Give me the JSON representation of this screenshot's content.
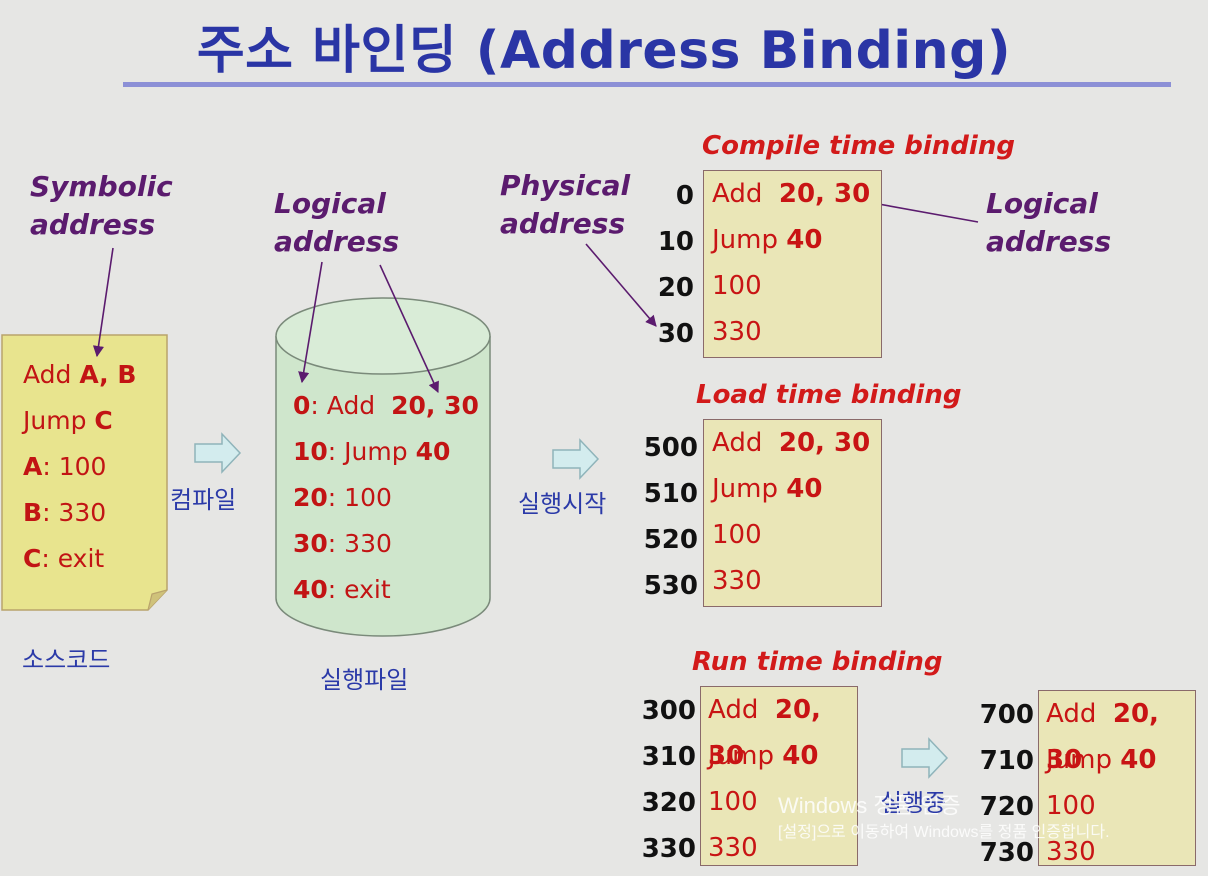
{
  "title": "주소 바인딩 (Address Binding)",
  "labels": {
    "symbolic": [
      "Symbolic",
      "address"
    ],
    "logical_left": [
      "Logical",
      "address"
    ],
    "physical": [
      "Physical",
      "address"
    ],
    "logical_right": [
      "Logical",
      "address"
    ],
    "compile_bind": "Compile time binding",
    "load_bind": "Load time binding",
    "run_bind": "Run time binding",
    "compile_arrow": "컴파일",
    "exec_arrow": "실행시작",
    "running_arrow": "실행중",
    "source_caption": "소스코드",
    "exec_caption": "실행파일"
  },
  "source": [
    {
      "pre": "Add ",
      "b": "A, B",
      "post": ""
    },
    {
      "pre": "Jump ",
      "b": "C",
      "post": ""
    },
    {
      "pre": "",
      "b": "A",
      "post": ": 100"
    },
    {
      "pre": "",
      "b": "B",
      "post": ": 330"
    },
    {
      "pre": "",
      "b": "C",
      "post": ": exit"
    }
  ],
  "logical": [
    {
      "b": "0",
      "mid": ": Add  ",
      "b2": "20, 30"
    },
    {
      "b": "10",
      "mid": ": Jump ",
      "b2": "40"
    },
    {
      "b": "20",
      "mid": ": 100",
      "b2": ""
    },
    {
      "b": "30",
      "mid": ": 330",
      "b2": ""
    },
    {
      "b": "40",
      "mid": ": exit",
      "b2": ""
    }
  ],
  "compile": {
    "addrs": [
      "0",
      "10",
      "20",
      "30"
    ],
    "rows": [
      {
        "pre": "Add  ",
        "b": "20, 30"
      },
      {
        "pre": "Jump ",
        "b": "40"
      },
      {
        "pre": "100",
        "b": ""
      },
      {
        "pre": "330",
        "b": ""
      }
    ]
  },
  "load": {
    "addrs": [
      "500",
      "510",
      "520",
      "530"
    ],
    "rows": [
      {
        "pre": "Add  ",
        "b": "20, 30"
      },
      {
        "pre": "Jump ",
        "b": "40"
      },
      {
        "pre": "100",
        "b": ""
      },
      {
        "pre": "330",
        "b": ""
      }
    ]
  },
  "run1": {
    "addrs": [
      "300",
      "310",
      "320",
      "330"
    ],
    "rows": [
      {
        "pre": "Add  ",
        "b": "20, 30"
      },
      {
        "pre": "Jump ",
        "b": "40"
      },
      {
        "pre": "100",
        "b": ""
      },
      {
        "pre": "330",
        "b": ""
      }
    ]
  },
  "run2": {
    "addrs": [
      "700",
      "710",
      "720",
      "730"
    ],
    "rows": [
      {
        "pre": "Add  ",
        "b": "20, 30"
      },
      {
        "pre": "Jump ",
        "b": "40"
      },
      {
        "pre": "100",
        "b": ""
      },
      {
        "pre": "330",
        "b": ""
      }
    ]
  },
  "watermark": {
    "line1": "Windows 정품 인증",
    "line2": "[설정]으로 이동하여 Windows를 정품 인증합니다."
  },
  "colors": {
    "title": "#2a35a5",
    "annotation": "#5b1b6e",
    "code_text": "#c81414",
    "caption": "#2b3aa8",
    "note_fill": "#e8e48e",
    "cylinder_fill": "#cfe6cc",
    "box_fill": "#eae6b7",
    "arrow_fill": "#d3ecee"
  }
}
